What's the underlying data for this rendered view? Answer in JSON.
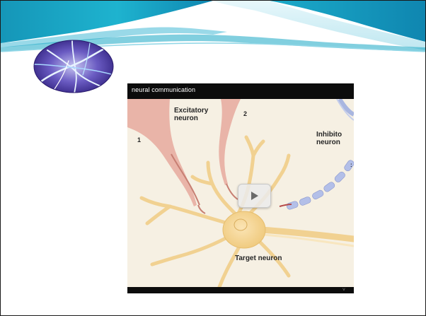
{
  "slide": {
    "logo_icon": "neuron-photo-icon"
  },
  "video": {
    "title": "neural communication",
    "play_icon": "play-icon",
    "bottom_icon": "chevron-down-icon",
    "bottom_glyph": "˅",
    "diagram_labels": {
      "excitatory": "Excitatory neuron",
      "inhibitory": "Inhibito neuron",
      "target": "Target neuron",
      "num1": "1",
      "num2": "2",
      "num3": ":"
    }
  },
  "colors": {
    "banner_teal": "#1aa7c4",
    "banner_light": "#cdeef5",
    "video_bar": "#0c0c0c",
    "neuron_yellow": "#f3d79a",
    "dendrite_pink": "#dc9a8e",
    "myelin_blue": "#a9b6e0"
  }
}
